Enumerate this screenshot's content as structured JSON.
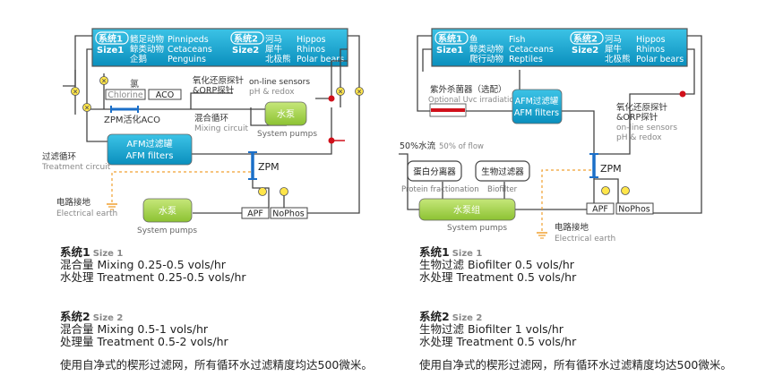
{
  "left": {
    "header": {
      "sys1_badge": "系统1",
      "sys1_size": "Size1",
      "sys1_cn": [
        "鳍足动物",
        "鲸类动物",
        "企鹅"
      ],
      "sys1_en": [
        "Pinnipeds",
        "Cetaceans",
        "Penguins"
      ],
      "sys2_badge": "系统2",
      "sys2_size": "Size2",
      "sys2_cn": [
        "河马",
        "犀牛",
        "北极熊"
      ],
      "sys2_en": [
        "Hippos",
        "Rhinos",
        "Polar bears"
      ]
    },
    "chlorine_cn": "氯",
    "chlorine_en": "Chlorine",
    "aco": "ACO",
    "zpm_aco": "ZPM活化ACO",
    "sensor_cn1": "氧化还原探针",
    "sensor_cn2": "&ORP探针",
    "sensor_en1": "on-line sensors",
    "sensor_en2": "pH & redox",
    "mixing_cn": "混合循环",
    "mixing_en": "Mixing circuit",
    "pump_top": "水泵",
    "pump_top_en": "System pumps",
    "filter_cn": "AFM过滤罐",
    "filter_en": "AFM filters",
    "treat_cn": "过滤循环",
    "treat_en": "Treatment circuit",
    "zpm": "ZPM",
    "earth_cn": "电路接地",
    "earth_en": "Electrical earth",
    "pump_bottom": "水泵",
    "pump_bottom_en": "System pumps",
    "apf": "APF",
    "nophos": "NoPhos"
  },
  "right": {
    "header": {
      "sys1_badge": "系统1",
      "sys1_size": "Size1",
      "sys1_cn": [
        "鱼",
        "鲸类动物",
        "爬行动物"
      ],
      "sys1_en": [
        "Fish",
        "Cetaceans",
        "Reptiles"
      ],
      "sys2_badge": "系统2",
      "sys2_size": "Size2",
      "sys2_cn": [
        "河马",
        "犀牛",
        "北极熊"
      ],
      "sys2_en": [
        "Hippos",
        "Rhinos",
        "Polar bears"
      ]
    },
    "uv_cn": "紫外杀菌器（选配）",
    "uv_en": "Optional Uvc irradiation",
    "filter_cn": "AFM过滤罐",
    "filter_en": "AFM filters",
    "sensor_cn1": "氧化还原探针",
    "sensor_cn2": "&ORP探针",
    "sensor_en1": "on-line sensors",
    "sensor_en2": "pH & redox",
    "flow_cn": "50%水流",
    "flow_en": "50% of flow",
    "protein_cn": "蛋白分离器",
    "protein_en": "Protein fractionation",
    "bio_cn": "生物过滤器",
    "bio_en": "Biofilter",
    "zpm": "ZPM",
    "pumps": "水泵组",
    "pumps_en": "System pumps",
    "apf": "APF",
    "nophos": "NoPhos",
    "earth_cn": "电路接地",
    "earth_en": "Electrical earth"
  },
  "captions": {
    "left": {
      "s1_title": "系统1",
      "s1_size": "Size 1",
      "s1_l1": "混合量 Mixing 0.25-0.5 vols/hr",
      "s1_l2": "水处理 Treatment 0.25-0.5 vols/hr",
      "s2_title": "系统2",
      "s2_size": "Size 2",
      "s2_l1": "混合量 Mixing 0.5-1 vols/hr",
      "s2_l2": "处理量 Treatment 0.5-2 vols/hr",
      "note": "使用自净式的楔形过滤网，所有循环水过滤精度均达500微米。"
    },
    "right": {
      "s1_title": "系统1",
      "s1_size": "Size 1",
      "s1_l1": "生物过滤 Biofilter 0.5 vols/hr",
      "s1_l2": "水处理 Treatment 0.5 vols/hr",
      "s2_title": "系统2",
      "s2_size": "Size 2",
      "s2_l1": "生物过滤 Biofilter 1 vols/hr",
      "s2_l2": "水处理  Treatment 0.5 vols/hr",
      "note": "使用自净式的楔形过滤网，所有循环水过滤精度均达500微米。"
    }
  },
  "colors": {
    "cyan": "#1aa8cf",
    "pump_green": "#a8d84a",
    "valve_yellow": "#ffe54a",
    "red": "#d0101a",
    "blue": "#1b6fc8",
    "earth": "#f0a030"
  }
}
